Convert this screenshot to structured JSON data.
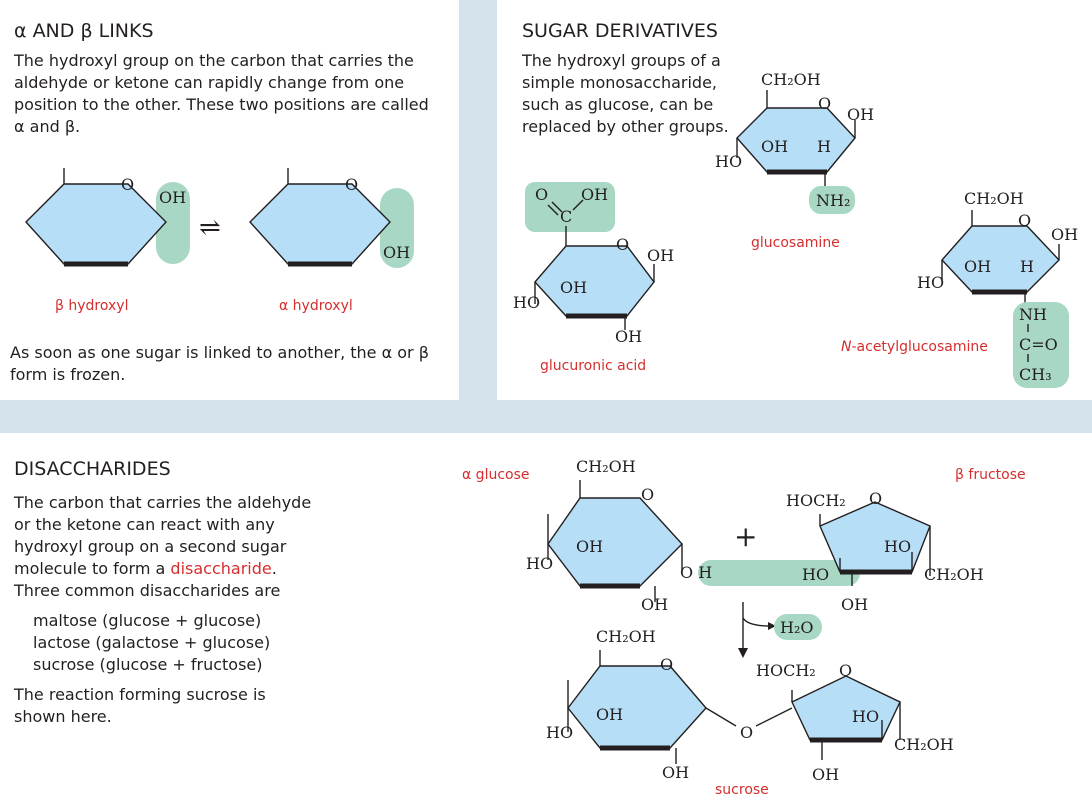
{
  "alpha_beta": {
    "heading": "α AND β LINKS",
    "body": "The hydroxyl group on the carbon that carries the aldehyde or ketone can rapidly change from one position to the other. These two positions are called α and β.",
    "beta_label": "β hydroxyl",
    "alpha_label": "α hydroxyl",
    "equilibrium_symbol": "⇌",
    "footer": "As soon as one sugar is linked to another, the α or β form is frozen."
  },
  "derivatives": {
    "heading": "SUGAR DERIVATIVES",
    "body": "The hydroxyl groups of a simple monosaccharide, such as glucose, can be replaced by other groups.",
    "glucosamine_label": "glucosamine",
    "glucuronic_label": "glucuronic acid",
    "nacetyl_prefix": "N",
    "nacetyl_suffix": "-acetylglucosamine"
  },
  "disaccharides": {
    "heading": "DISACCHARIDES",
    "body_1": "The carbon that carries the aldehyde or the ketone can react with any hydroxyl group on a second sugar molecule to form a ",
    "body_red": "disaccharide",
    "body_2": ". Three common disaccharides are",
    "list": [
      "maltose (glucose + glucose)",
      "lactose (galactose + glucose)",
      "sucrose (glucose + fructose)"
    ],
    "footer": "The reaction forming sucrose is shown here.",
    "alpha_glucose_label": "α glucose",
    "beta_fructose_label": "β fructose",
    "sucrose_label": "sucrose",
    "plus": "+"
  },
  "chem": {
    "O": "O",
    "OH": "OH",
    "HO": "HO",
    "H": "H",
    "CH2OH": "CH₂OH",
    "HOCH2": "HOCH₂",
    "NH2": "NH₂",
    "NH": "NH",
    "C_eq_O": "C=O",
    "CH3": "CH₃",
    "C": "C",
    "H2O": "H₂O",
    "O_H": "O H"
  },
  "colors": {
    "ring_fill": "#b6dff7",
    "highlight": "#a8d8c3",
    "band": "#d5e3ec",
    "red_label": "#d62e2e"
  }
}
